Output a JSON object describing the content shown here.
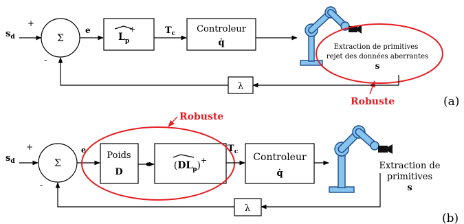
{
  "diagram_a": {
    "input_label": "s",
    "input_sub": "d",
    "plus": "+",
    "minus": "-",
    "sum_symbol": "Σ",
    "error_label": "e",
    "lp_box_main": "L",
    "lp_box_sub": "p",
    "lp_box_sup": "+",
    "tc_label": "T",
    "tc_sub": "c",
    "controller_line1": "Controleur",
    "controller_line2": "q̇",
    "extraction_line1": "Extraction de primitives",
    "extraction_line2": "rejet des données aberrantes",
    "extraction_line3": "s",
    "lambda_label": "λ",
    "robust_label": "Robuste",
    "panel_label": "(a)"
  },
  "diagram_b": {
    "input_label": "s",
    "input_sub": "d",
    "plus": "+",
    "minus": "-",
    "sum_symbol": "Σ",
    "error_label": "e",
    "weight_line1": "Poids",
    "weight_line2": "D",
    "dl_box_open": "(",
    "dl_box_main": "DL",
    "dl_box_sub": "p",
    "dl_box_close": ")",
    "dl_box_sup": "+",
    "tc_label": "T",
    "tc_sub": "c",
    "controller_line1": "Controleur",
    "controller_line2": "q̇",
    "extraction_line1": "Extraction de",
    "extraction_line2": "primitives",
    "extraction_line3": "s",
    "lambda_label": "λ",
    "robust_label": "Robuste",
    "panel_label": "(b)"
  },
  "colors": {
    "robust": "#e31e24",
    "robot": "#87c4ee",
    "robot_outline": "#1b4a8a"
  }
}
